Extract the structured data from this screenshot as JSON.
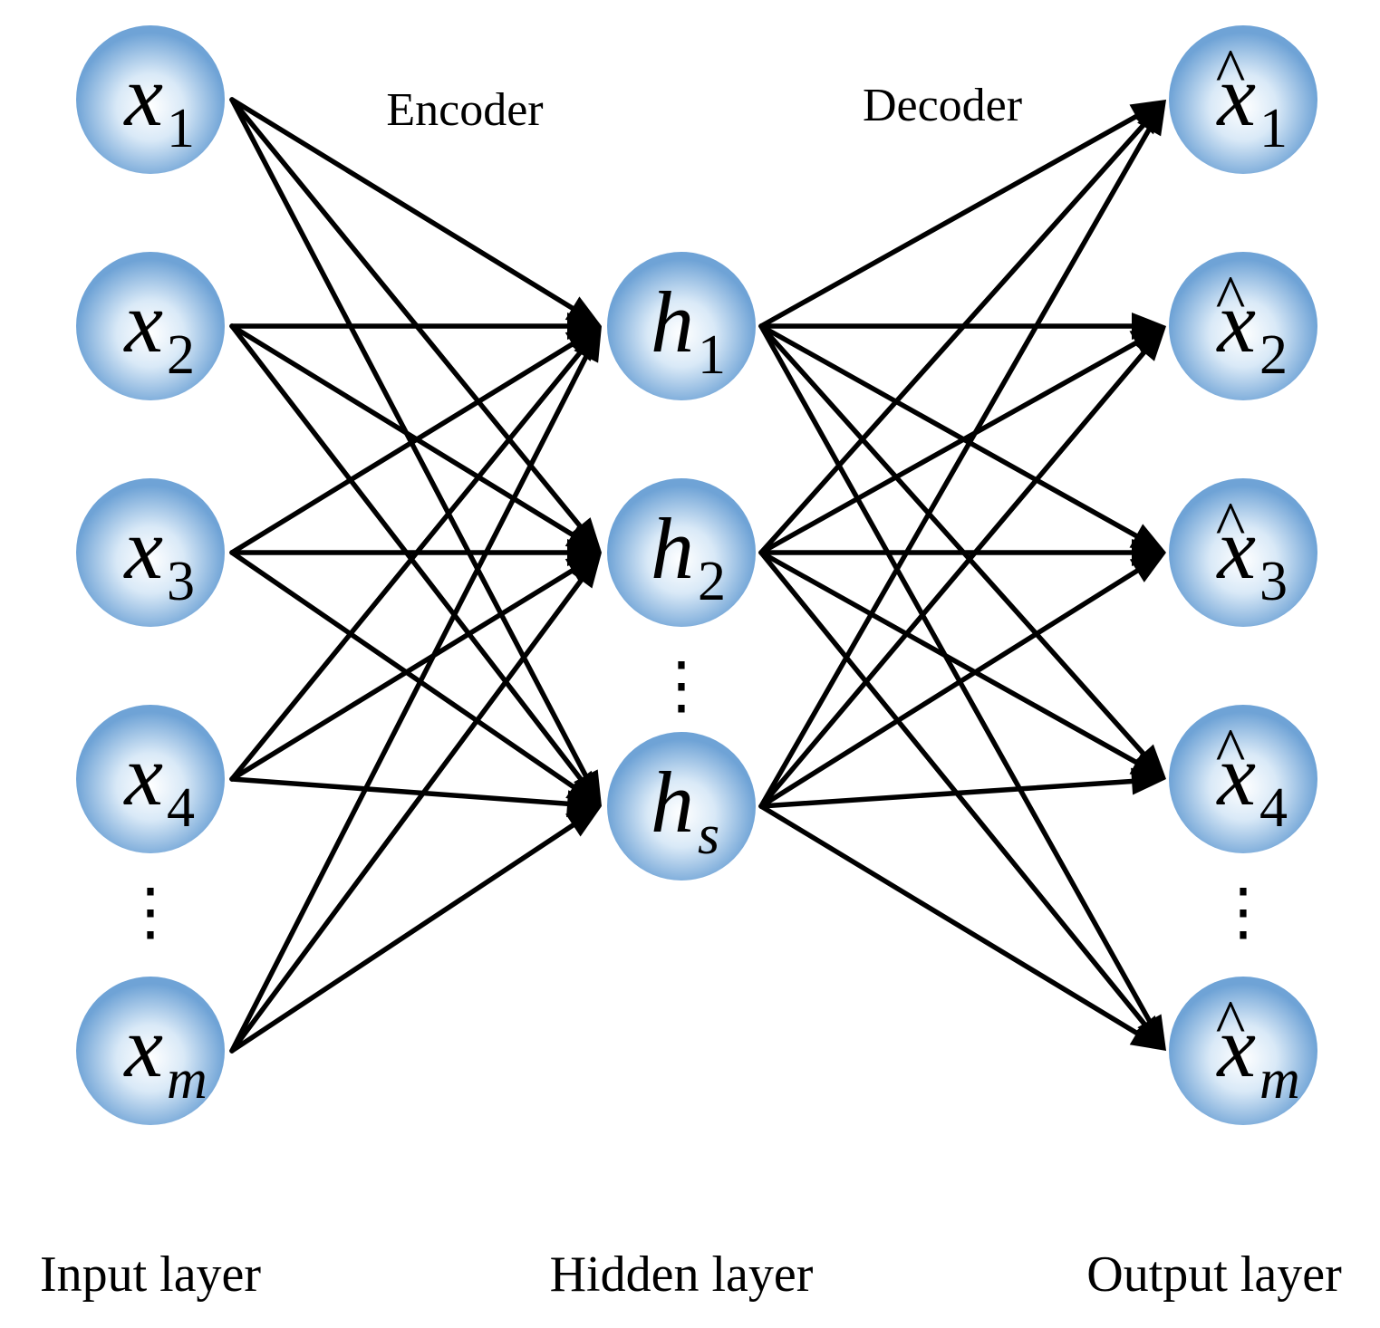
{
  "captions": {
    "encoder": "Encoder",
    "decoder": "Decoder",
    "input_layer": "Input layer",
    "hidden_layer": "Hidden layer",
    "output_layer": "Output layer"
  },
  "colors": {
    "node_fill_center": "#ffffff",
    "node_fill_edge": "#6fa3d6",
    "edge_stroke": "#000000"
  },
  "input_nodes": [
    {
      "var": "x",
      "sub": "1",
      "sub_italic": false
    },
    {
      "var": "x",
      "sub": "2",
      "sub_italic": false
    },
    {
      "var": "x",
      "sub": "3",
      "sub_italic": false
    },
    {
      "var": "x",
      "sub": "4",
      "sub_italic": false
    },
    {
      "var": "x",
      "sub": "m",
      "sub_italic": true
    }
  ],
  "hidden_nodes": [
    {
      "var": "h",
      "sub": "1",
      "sub_italic": false
    },
    {
      "var": "h",
      "sub": "2",
      "sub_italic": false
    },
    {
      "var": "h",
      "sub": "s",
      "sub_italic": true
    }
  ],
  "output_nodes": [
    {
      "var": "x",
      "hat": "^",
      "sub": "1",
      "sub_italic": false
    },
    {
      "var": "x",
      "hat": "^",
      "sub": "2",
      "sub_italic": false
    },
    {
      "var": "x",
      "hat": "^",
      "sub": "3",
      "sub_italic": false
    },
    {
      "var": "x",
      "hat": "^",
      "sub": "4",
      "sub_italic": false
    },
    {
      "var": "x",
      "hat": "^",
      "sub": "m",
      "sub_italic": true
    }
  ],
  "ellipsis": "⋮"
}
